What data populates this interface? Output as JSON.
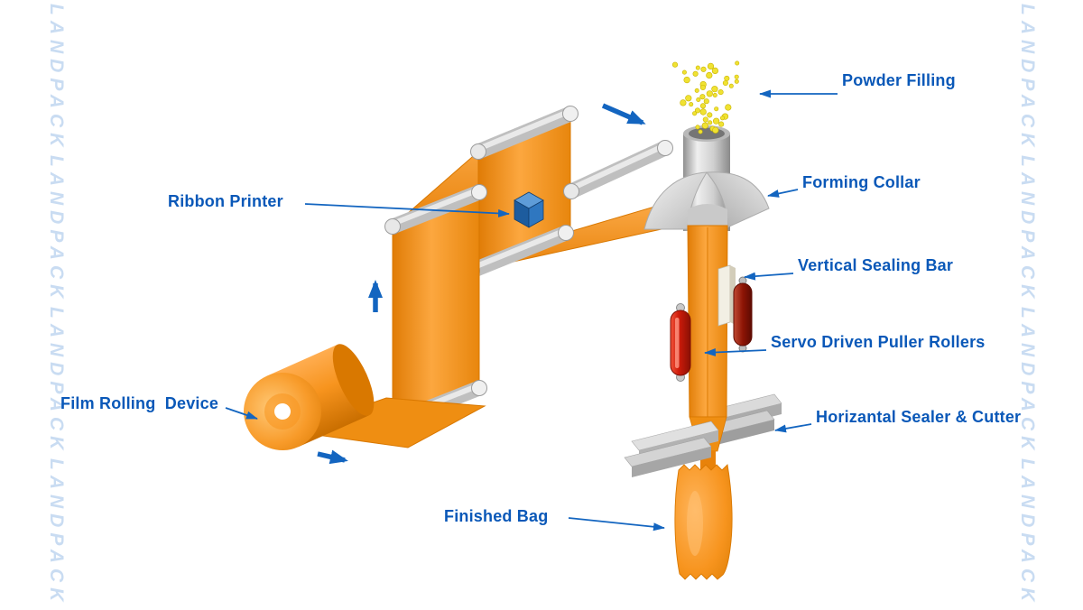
{
  "watermark": {
    "text": "LANDPACK"
  },
  "labels": {
    "powder_filling": "Powder Filling",
    "forming_collar": "Forming Collar",
    "vertical_sealing_bar": "Vertical Sealing Bar",
    "servo_driven_puller_rollers": "Servo Driven Puller Rollers",
    "horizontal_sealer_cutter": "Horizantal Sealer & Cutter",
    "finished_bag": "Finished Bag",
    "ribbon_printer": "Ribbon Printer",
    "film_rolling_device": "Film Rolling  Device"
  },
  "colors": {
    "label_text": "#0A58B8",
    "flow_arrow": "#1365C0",
    "film_orange": "#F7941E",
    "film_orange_dark": "#D97800",
    "roller_gray": "#C6C6C6",
    "steel_silver": "#D9D9D9",
    "printer_blue": "#2F77C0",
    "powder_yellow": "#F0E232",
    "puller_red": "#C41508",
    "watermark_blue": "#C9DCF2"
  }
}
